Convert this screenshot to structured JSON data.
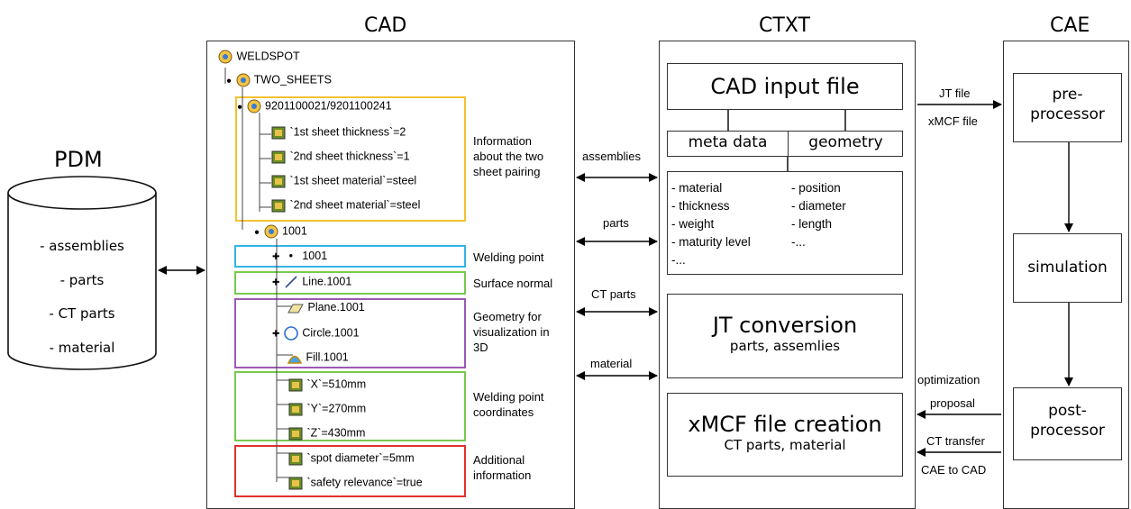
{
  "headers": {
    "cad": "CAD",
    "ctxt": "CTXT",
    "cae": "CAE",
    "pdm": "PDM"
  },
  "pdm_items": [
    "- assemblies",
    "- parts",
    "- CT parts",
    "- material"
  ],
  "tree": {
    "root": "WELDSPOT",
    "two_sheets": "TWO_SHEETS",
    "pair": "9201100021/9201100241",
    "p1": "`1st sheet thickness`=2",
    "p2": "`2nd sheet thickness`=1",
    "p3": "`1st sheet material`=steel",
    "p4": "`2nd sheet material`=steel",
    "n1001": "1001",
    "point": "1001",
    "line": "Line.1001",
    "plane": "Plane.1001",
    "circle": "Circle.1001",
    "fill": "Fill.1001",
    "x": "`X`=510mm",
    "y": "`Y`=270mm",
    "z": "`Z`=430mm",
    "spot": "`spot diameter`=5mm",
    "safety": "`safety relevance`=true"
  },
  "annotations": {
    "info": [
      "Information",
      "about the two",
      "sheet pairing"
    ],
    "welding_point": "Welding point",
    "surface_normal": "Surface normal",
    "geometry": [
      "Geometry for",
      "visualization in",
      "3D"
    ],
    "coords": [
      "Welding point",
      "coordinates"
    ],
    "additional": [
      "Additional",
      "information"
    ]
  },
  "arrows": {
    "assemblies": "assemblies",
    "parts": "parts",
    "ct_parts": "CT parts",
    "material": "material"
  },
  "ctxt": {
    "cad_input": "CAD input file",
    "meta": "meta data",
    "geometry": "geometry",
    "meta_items": [
      "- material",
      "- thickness",
      "- weight",
      "- maturity level",
      "-..."
    ],
    "geo_items": [
      "- position",
      "- diameter",
      "- length",
      "-..."
    ],
    "jt_title": "JT conversion",
    "jt_sub": "parts, assemlies",
    "xmcf_title": "xMCF file creation",
    "xmcf_sub": "CT parts, material"
  },
  "right_labels": {
    "jt_file": "JT file",
    "xmcf_file": "xMCF file",
    "optimization": "optimization",
    "proposal": "proposal",
    "ct_transfer": "CT transfer",
    "cae_to_cad": "CAE to CAD"
  },
  "cae": {
    "pre": [
      "pre-",
      "processor"
    ],
    "sim": "simulation",
    "post": [
      "post-",
      "processor"
    ]
  },
  "colors": {
    "yellow": "#f2c230",
    "cyan": "#35b4e6",
    "green": "#78c850",
    "purple": "#9b59b6",
    "red": "#e03030"
  }
}
